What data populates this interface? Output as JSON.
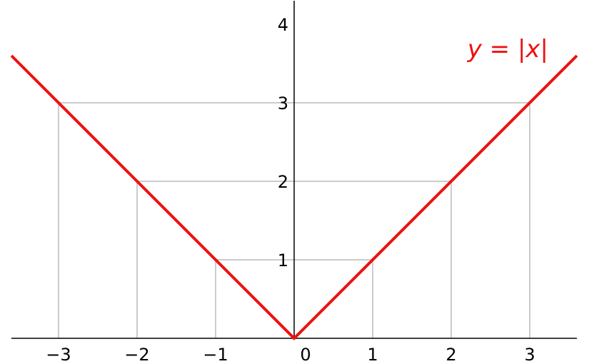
{
  "chart_data": {
    "type": "line",
    "title": "",
    "xlabel": "",
    "ylabel": "",
    "xlim": [
      -3.6,
      3.6
    ],
    "ylim": [
      0,
      4.3
    ],
    "x_ticks": [
      {
        "value": -3,
        "label": "−3"
      },
      {
        "value": -2,
        "label": "−2"
      },
      {
        "value": -1,
        "label": "−1"
      },
      {
        "value": 0,
        "label": "0"
      },
      {
        "value": 1,
        "label": "1"
      },
      {
        "value": 2,
        "label": "2"
      },
      {
        "value": 3,
        "label": "3"
      }
    ],
    "y_ticks": [
      {
        "value": 1,
        "label": "1"
      },
      {
        "value": 2,
        "label": "2"
      },
      {
        "value": 3,
        "label": "3"
      },
      {
        "value": 4,
        "label": "4"
      }
    ],
    "guide_points": [
      {
        "x": -3,
        "y": 3
      },
      {
        "x": -2,
        "y": 2
      },
      {
        "x": -1,
        "y": 1
      },
      {
        "x": 1,
        "y": 1
      },
      {
        "x": 2,
        "y": 2
      },
      {
        "x": 3,
        "y": 3
      }
    ],
    "series": [
      {
        "name": "y = |x|",
        "color": "#ee1111",
        "points": [
          {
            "x": -3.6,
            "y": 3.6
          },
          {
            "x": 0,
            "y": 0
          },
          {
            "x": 3.6,
            "y": 3.6
          }
        ]
      }
    ],
    "legend": {
      "position": "top-right",
      "parts": [
        {
          "text": "y",
          "italic": true
        },
        {
          "text": " = |",
          "italic": false
        },
        {
          "text": "x",
          "italic": true
        },
        {
          "text": "|",
          "italic": false
        }
      ]
    },
    "colors": {
      "axis": "#000000",
      "grid": "#cccccc",
      "line": "#ee1111"
    }
  }
}
